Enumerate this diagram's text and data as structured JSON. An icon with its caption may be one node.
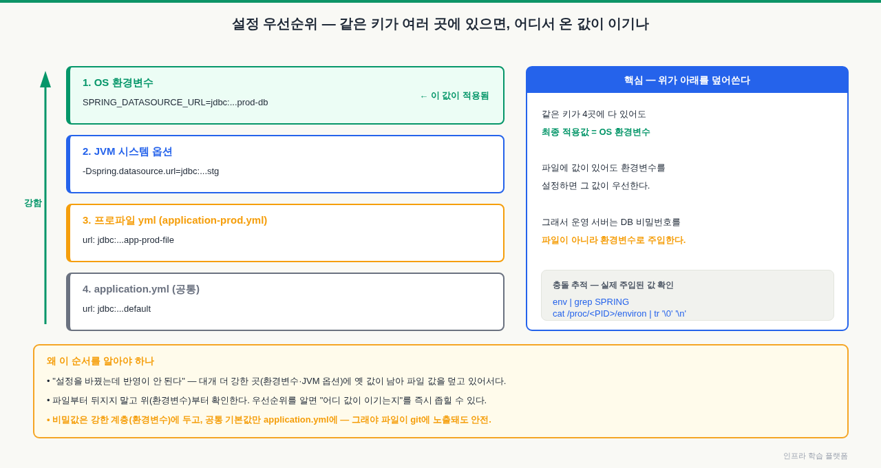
{
  "diagram": {
    "title": "설정 우선순위 — 같은 키가 여러 곳에 있으면, 어디서 온 값이 이기나",
    "nodes": [
      {
        "text": [
          "1. OS 환경변수",
          "SPRING_DATASOURCE_URL=jdbc:...prod-db",
          "← 이 값이 적용됨"
        ]
      },
      {
        "text": [
          "2. JVM 시스템 옵션",
          "-Dspring.datasource.url=jdbc:...stg"
        ]
      },
      {
        "text": [
          "3. 프로파일 yml (application-prod.yml)",
          "url: jdbc:...app-prod-file"
        ]
      },
      {
        "text": [
          "4. application.yml (공통)",
          "url: jdbc:...default"
        ]
      },
      {
        "text": [
          "핵심 — 위가 아래를 덮어쓴다",
          "같은 키가 4곳에 다 있어도",
          "최종 적용값 = OS 환경변수",
          "파일에 값이 있어도 환경변수를 설정하면 그 값이 우선한다.",
          "그래서 운영 서버는 DB 비밀번호를",
          "파일이 아니라 환경변수로 주입한다."
        ]
      },
      {
        "text": [
          "충돌 추적 — 실제 주입된 값 확인",
          "env | grep SPRING",
          "cat /proc/<PID>/environ | tr '\\0' '\\n'"
        ],
        "in": 4
      },
      {
        "text": [
          "왜 이 순서를 알아야 하나",
          "• \"설정을 바꿨는데 반영이 안 된다\" — 대개 더 강한 곳(환경변수·JVM 옵션)에 옛 값이 남아 파일 값을 덮고 있어서다.",
          "• 파일부터 뒤지지 말고 위(환경변수)부터 확인한다. 우선순위를 알면 \"어디 값이 이기는지\"를 즉시 좁힐 수 있다.",
          "• 비밀값은 강한 계층(환경변수)에 두고, 공통 기본값만 application.yml에 — 그래야 파일이 git에 노출돼도 안전."
        ]
      }
    ],
    "labels": [
      "강함",
      "인프라 학습 플랫폼"
    ]
  }
}
